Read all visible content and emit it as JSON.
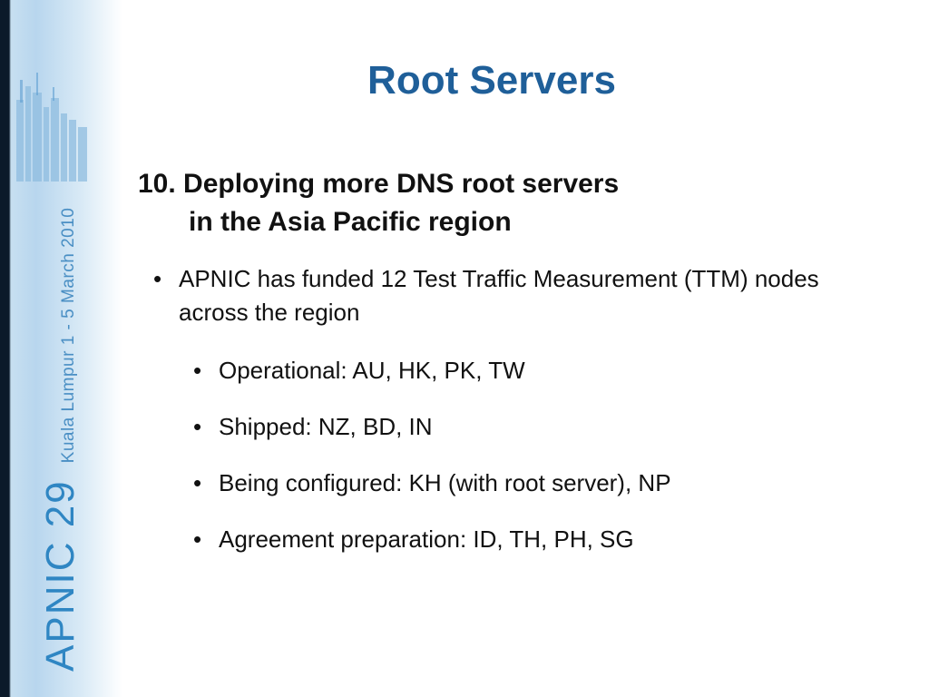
{
  "sidebar": {
    "event_name": "APNIC 29",
    "event_details": "Kuala Lumpur   1 - 5 March 2010"
  },
  "slide": {
    "title": "Root Servers",
    "subheading_line1": "10. Deploying more DNS root servers",
    "subheading_line2": "in the Asia Pacific region",
    "bullet_symbol": "•",
    "main_bullet": "APNIC has funded 12 Test Traffic Measurement (TTM) nodes across the region",
    "sub_bullets": [
      "Operational: AU, HK, PK, TW",
      "Shipped: NZ, BD, IN",
      "Being configured: KH (with root server), NP",
      "Agreement preparation: ID, TH, PH, SG"
    ]
  },
  "colors": {
    "title": "#1f5f99",
    "sidebar_accent": "#2f86c3"
  }
}
